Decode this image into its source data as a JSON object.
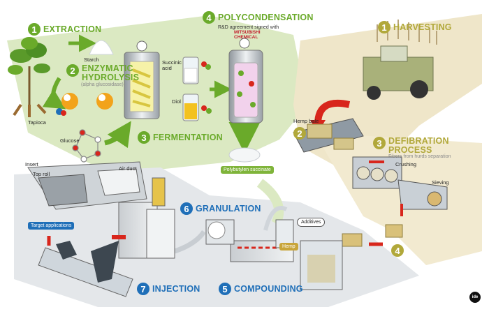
{
  "steps": {
    "extraction": {
      "num": "1",
      "title": "EXTRACTION"
    },
    "hydrolysis": {
      "num": "2",
      "title_line1": "ENZYMATIC",
      "title_line2": "HYDROLYSIS",
      "subtitle": "(alpha glucosidase)"
    },
    "fermentation": {
      "num": "3",
      "title": "FERMENTATION"
    },
    "polycondensation": {
      "num": "4",
      "title": "POLYCONDENSATION",
      "subtitle": "R&D agreement signed with"
    },
    "harvesting": {
      "num": "1",
      "title": "HARVESTING"
    },
    "hemp_bale": {
      "num": "2",
      "label": "Hemp bale"
    },
    "defibration": {
      "num": "3",
      "title_line1": "DEFIBRATION",
      "title_line2": "PROCESS",
      "subtitle": "Fibers from hurds separation"
    },
    "step4": {
      "num": "4"
    },
    "compounding": {
      "num": "5",
      "title": "COMPOUNDING"
    },
    "granulation": {
      "num": "6",
      "title": "GRANULATION"
    },
    "injection": {
      "num": "7",
      "title": "INJECTION"
    }
  },
  "labels": {
    "starch": "Starch",
    "tapioca": "Tapioca",
    "glucose": "Glucose",
    "succinic_acid_1": "Succinic",
    "succinic_acid_2": "acid",
    "diol": "Diol",
    "crushing": "Crushing",
    "sieving": "Sieving",
    "insert": "Insert",
    "top_roll": "Top roll",
    "air_duct": "Air duct",
    "additives": "Additives",
    "hemp": "Hemp"
  },
  "tags": {
    "polybutylene": "Polybutylen succinate",
    "target_applications": "Target applications"
  },
  "logo": {
    "line1": "MITSUBISHI",
    "line2": "CHEMICAL"
  },
  "watermark": "ide",
  "colors": {
    "green": "#6aaa2a",
    "olive": "#b1a83a",
    "blue": "#1f6fb8",
    "red_arrow": "#d8261c",
    "green_field": "#dbe9c2",
    "beige_field": "#efe6c9",
    "grey_field": "#e4e7ea"
  }
}
